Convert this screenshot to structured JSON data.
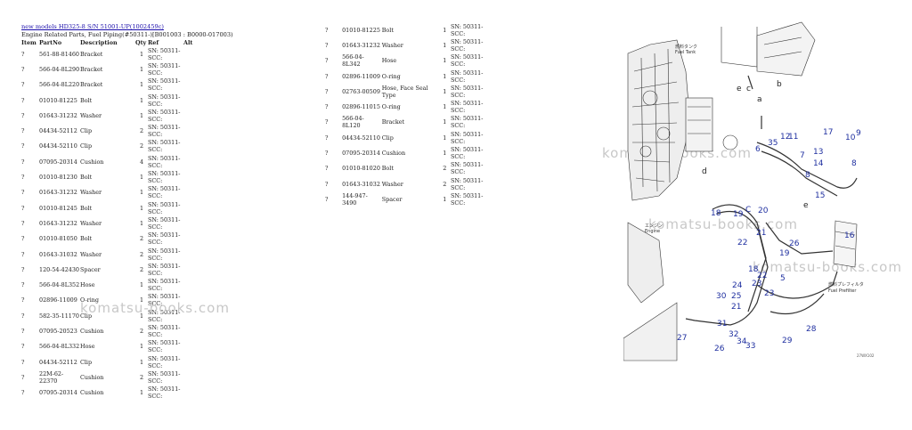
{
  "header": {
    "link_text": "new models HD325-8 S/N 51001-UP(1002459c)",
    "title": "Engine Related Parts, Fuel Piping(#50311-)[B001003 : B0000-017003)"
  },
  "columns": {
    "item": "Item",
    "part": "PartNo",
    "desc": "Description",
    "qty": "Qty",
    "ref": "Ref",
    "alt": "Alt"
  },
  "parts_left": [
    {
      "item": "?",
      "part": "561-88-81460",
      "desc": "Bracket",
      "qty": "1",
      "ref": "SN: 50311-SCC:"
    },
    {
      "item": "?",
      "part": "566-04-8L290",
      "desc": "Bracket",
      "qty": "1",
      "ref": "SN: 50311-SCC:"
    },
    {
      "item": "?",
      "part": "566-04-8L220",
      "desc": "Bracket",
      "qty": "1",
      "ref": "SN: 50311-SCC:"
    },
    {
      "item": "?",
      "part": "01010-81225",
      "desc": "Bolt",
      "qty": "1",
      "ref": "SN: 50311-SCC:"
    },
    {
      "item": "?",
      "part": "01643-31232",
      "desc": "Washer",
      "qty": "1",
      "ref": "SN: 50311-SCC:"
    },
    {
      "item": "?",
      "part": "04434-52112",
      "desc": "Clip",
      "qty": "2",
      "ref": "SN: 50311-SCC:"
    },
    {
      "item": "?",
      "part": "04434-52110",
      "desc": "Clip",
      "qty": "2",
      "ref": "SN: 50311-SCC:"
    },
    {
      "item": "?",
      "part": "07095-20314",
      "desc": "Cushion",
      "qty": "4",
      "ref": "SN: 50311-SCC:"
    },
    {
      "item": "?",
      "part": "01010-81230",
      "desc": "Bolt",
      "qty": "1",
      "ref": "SN: 50311-SCC:"
    },
    {
      "item": "?",
      "part": "01643-31232",
      "desc": "Washer",
      "qty": "1",
      "ref": "SN: 50311-SCC:"
    },
    {
      "item": "?",
      "part": "01010-81245",
      "desc": "Bolt",
      "qty": "1",
      "ref": "SN: 50311-SCC:"
    },
    {
      "item": "?",
      "part": "01643-31232",
      "desc": "Washer",
      "qty": "1",
      "ref": "SN: 50311-SCC:"
    },
    {
      "item": "?",
      "part": "01010-81050",
      "desc": "Bolt",
      "qty": "2",
      "ref": "SN: 50311-SCC:"
    },
    {
      "item": "?",
      "part": "01643-31032",
      "desc": "Washer",
      "qty": "2",
      "ref": "SN: 50311-SCC:"
    },
    {
      "item": "?",
      "part": "120-54-42430",
      "desc": "Spacer",
      "qty": "2",
      "ref": "SN: 50311-SCC:"
    },
    {
      "item": "?",
      "part": "566-04-8L352",
      "desc": "Hose",
      "qty": "1",
      "ref": "SN: 50311-SCC:"
    },
    {
      "item": "?",
      "part": "02896-11009",
      "desc": "O-ring",
      "qty": "1",
      "ref": "SN: 50311-SCC:"
    },
    {
      "item": "?",
      "part": "582-35-11170",
      "desc": "Clip",
      "qty": "1",
      "ref": "SN: 50311-SCC:"
    },
    {
      "item": "?",
      "part": "07095-20523",
      "desc": "Cushion",
      "qty": "2",
      "ref": "SN: 50311-SCC:"
    },
    {
      "item": "?",
      "part": "566-04-8L332",
      "desc": "Hose",
      "qty": "1",
      "ref": "SN: 50311-SCC:"
    },
    {
      "item": "?",
      "part": "04434-52112",
      "desc": "Clip",
      "qty": "1",
      "ref": "SN: 50311-SCC:"
    },
    {
      "item": "?",
      "part": "22M-62-22370",
      "desc": "Cushion",
      "qty": "2",
      "ref": "SN: 50311-SCC:"
    },
    {
      "item": "?",
      "part": "07095-20314",
      "desc": "Cushion",
      "qty": "1",
      "ref": "SN: 50311-SCC:"
    }
  ],
  "parts_right": [
    {
      "item": "?",
      "part": "01010-81225",
      "desc": "Bolt",
      "qty": "1",
      "ref": "SN: 50311-SCC:"
    },
    {
      "item": "?",
      "part": "01643-31232",
      "desc": "Washer",
      "qty": "1",
      "ref": "SN: 50311-SCC:"
    },
    {
      "item": "?",
      "part": "566-04-8L342",
      "desc": "Hose",
      "qty": "1",
      "ref": "SN: 50311-SCC:"
    },
    {
      "item": "?",
      "part": "02896-11009",
      "desc": "O-ring",
      "qty": "1",
      "ref": "SN: 50311-SCC:"
    },
    {
      "item": "?",
      "part": "02763-00509",
      "desc": "Hose, Face Seal Type",
      "qty": "1",
      "ref": "SN: 50311-SCC:"
    },
    {
      "item": "?",
      "part": "02896-11015",
      "desc": "O-ring",
      "qty": "1",
      "ref": "SN: 50311-SCC:"
    },
    {
      "item": "?",
      "part": "566-04-8L120",
      "desc": "Bracket",
      "qty": "1",
      "ref": "SN: 50311-SCC:"
    },
    {
      "item": "?",
      "part": "04434-52110",
      "desc": "Clip",
      "qty": "1",
      "ref": "SN: 50311-SCC:"
    },
    {
      "item": "?",
      "part": "07095-20314",
      "desc": "Cushion",
      "qty": "1",
      "ref": "SN: 50311-SCC:"
    },
    {
      "item": "?",
      "part": "01010-81020",
      "desc": "Bolt",
      "qty": "2",
      "ref": "SN: 50311-SCC:"
    },
    {
      "item": "?",
      "part": "01643-31032",
      "desc": "Washer",
      "qty": "2",
      "ref": "SN: 50311-SCC:"
    },
    {
      "item": "?",
      "part": "144-947-3490",
      "desc": "Spacer",
      "qty": "1",
      "ref": "SN: 50311-SCC:"
    }
  ],
  "watermark": "komatsu-books.com",
  "diagram": {
    "labels": {
      "fuel_tank_jp": "燃料タンク",
      "fuel_tank": "Fuel Tank",
      "engine_jp": "エンジン",
      "engine": "Engine",
      "prefilter_jp": "燃料プレフィルタ",
      "prefilter": "Fuel Prefilter",
      "code": "27WX102"
    },
    "callouts": [
      "17",
      "10",
      "9",
      "6",
      "35",
      "12",
      "11",
      "7",
      "13",
      "8",
      "14",
      "8",
      "15",
      "16",
      "18",
      "19",
      "20",
      "C",
      "22",
      "21",
      "19",
      "26",
      "18",
      "22",
      "24",
      "23",
      "25",
      "30",
      "21",
      "23",
      "31",
      "32",
      "34",
      "33",
      "27",
      "26",
      "28",
      "29",
      "5"
    ],
    "letters": [
      "e",
      "c",
      "a",
      "b",
      "d",
      "e"
    ]
  }
}
